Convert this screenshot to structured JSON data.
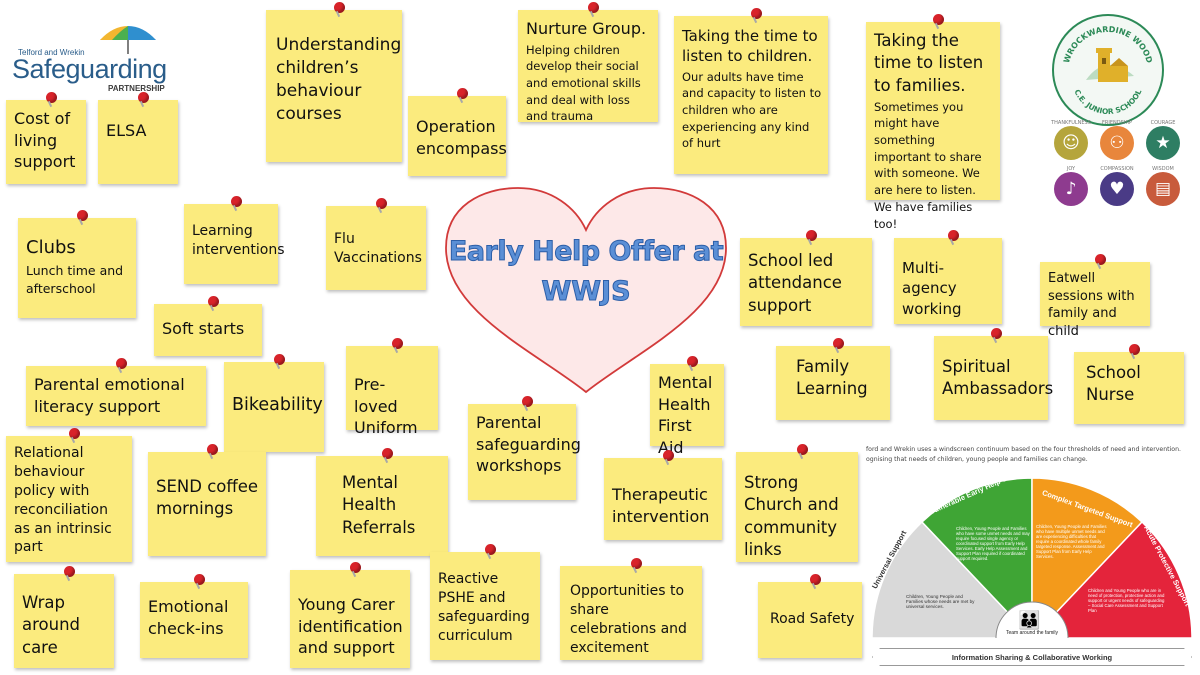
{
  "partnership_logo": {
    "top_text": "Telford and Wrekin",
    "main_text": "Safeguarding",
    "sub_text": "PARTNERSHIP"
  },
  "school_logo": {
    "top_text": "WROCKWARDINE WOOD",
    "bottom_text": "C.E. JUNIOR SCHOOL"
  },
  "values": [
    {
      "label": "THANKFULNESS",
      "color": "#b5a53c",
      "icon": "smile-icon"
    },
    {
      "label": "FRIENDSHIP",
      "color": "#e8863c",
      "icon": "friends-icon"
    },
    {
      "label": "COURAGE",
      "color": "#2e7e63",
      "icon": "star-icon"
    },
    {
      "label": "JOY",
      "color": "#8e3b8f",
      "icon": "bell-icon"
    },
    {
      "label": "COMPASSION",
      "color": "#4a3b86",
      "icon": "heart-hands-icon"
    },
    {
      "label": "WISDOM",
      "color": "#c85b3c",
      "icon": "book-icon"
    }
  ],
  "heart": {
    "line1": "Early Help Offer at",
    "line2": "WWJS",
    "fill": "#fde8e8",
    "stroke": "#d23a3a",
    "text_color": "#5b8fd6"
  },
  "notes": {
    "cost_of_living": {
      "title": "Cost of living support"
    },
    "elsa": {
      "title": "ELSA"
    },
    "understanding": {
      "title": "Understanding children’s behaviour courses"
    },
    "operation": {
      "title": "Operation encompass"
    },
    "nurture": {
      "title": "Nurture Group.",
      "body": "Helping children develop their social and emotional skills and deal with loss and trauma"
    },
    "listen_children": {
      "title": "Taking the time to listen to children.",
      "body": "Our adults have time and capacity to listen to children who are experiencing any kind of hurt"
    },
    "listen_families": {
      "title": "Taking the time to listen to families.",
      "body": "Sometimes you might have something important to share with someone. We are here to listen. We have families too!"
    },
    "clubs": {
      "title": "Clubs",
      "body": "Lunch time and afterschool"
    },
    "learning": {
      "title": "Learning interventions"
    },
    "flu": {
      "title": "Flu Vaccinations"
    },
    "school_led": {
      "title": "School led attendance support"
    },
    "multi_agency": {
      "title": "Multi-agency working"
    },
    "eatwell": {
      "title": "Eatwell sessions with family and child"
    },
    "soft_starts": {
      "title": "Soft starts"
    },
    "parental_emotional": {
      "title": "Parental emotional literacy support"
    },
    "bikeability": {
      "title": "Bikeability"
    },
    "preloved": {
      "title": "Pre- loved Uniform"
    },
    "mental_health_first_aid": {
      "title": "Mental Health First Aid"
    },
    "family_learning": {
      "title": "Family Learning"
    },
    "spiritual": {
      "title": "Spiritual Ambassadors"
    },
    "school_nurse": {
      "title": "School Nurse"
    },
    "relational": {
      "title": "Relational behaviour policy with reconciliation as an intrinsic part"
    },
    "send": {
      "title": "SEND coffee mornings"
    },
    "mh_referrals": {
      "title": "Mental Health Referrals"
    },
    "parental_safeguarding": {
      "title": "Parental safeguarding workshops"
    },
    "therapeutic": {
      "title": "Therapeutic intervention"
    },
    "church": {
      "title": "Strong Church and community links"
    },
    "wrap": {
      "title": "Wrap around care"
    },
    "emotional_checkins": {
      "title": "Emotional check-ins"
    },
    "young_carer": {
      "title": "Young Carer identification and support"
    },
    "pshe": {
      "title": "Reactive PSHE and safeguarding curriculum"
    },
    "celebrations": {
      "title": "Opportunities to share celebrations and excitement"
    },
    "road_safety": {
      "title": "Road Safety"
    }
  },
  "continuum": {
    "intro1": "ford and Wrekin uses a windscreen continuum based on the four thresholds of need and intervention.",
    "intro2": "ognising that needs of children, young people and families can change.",
    "universal_title": "Universal Support",
    "universal_body": "Children, Young People and Families whose needs are met by universal services.",
    "vulnerable_title": "Vulnerable Early Help Support",
    "vulnerable_body": "Children, Young People and Families who have some unmet needs and may require focused single agency or coordinated support from Early Help Services. Early Help Assessment and Support Plan required if coordinated support required.",
    "complex_title": "Complex Targeted Support",
    "complex_body": "Children, Young People and Families who have multiple unmet needs and are experiencing difficulties that require a coordinated whole family targeted response. Assessment and Support Plan from Early Help Services.",
    "acute_title": "Acute Protective Support",
    "acute_body": "Children and Young People who are in need of protection, protective action and support or urgent needs of safeguarding – Social Care Assessment and Support Plan",
    "center_label": "Team around the family",
    "footer": "Information Sharing & Collaborative Working",
    "colors": {
      "universal": "#d9d9d9",
      "vulnerable": "#3fa535",
      "complex": "#f39a1b",
      "acute": "#e4243b"
    }
  }
}
